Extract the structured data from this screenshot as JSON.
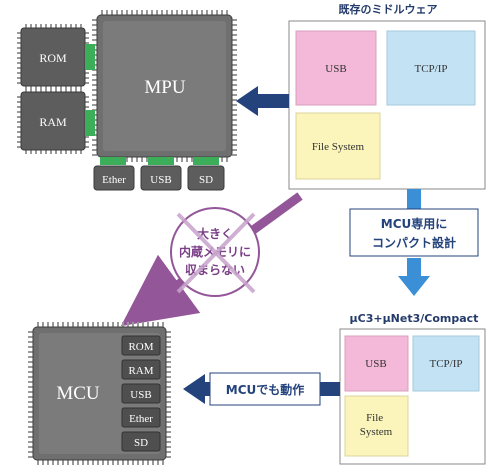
{
  "colors": {
    "chip_body": "#6f6f6f",
    "chip_dark": "#4a4a4a",
    "pin": "#9a9a9a",
    "connector": "#3cae5a",
    "usb_box": "#f4b8d8",
    "tcp_box": "#c3e3f5",
    "fs_box": "#fbf5bb",
    "arrow_navy": "#24437c",
    "arrow_purple": "#935698",
    "arrow_blue": "#3a8fd6"
  },
  "mpu_chip": {
    "title": "MPU",
    "left_blocks": [
      "ROM",
      "RAM"
    ],
    "bottom_ports": [
      "Ether",
      "USB",
      "SD"
    ]
  },
  "existing_middleware": {
    "title": "既存のミドルウェア",
    "modules": [
      "USB",
      "TCP/IP",
      "File System"
    ]
  },
  "compact_transition": {
    "label_line1": "MCU専用に",
    "label_line2": "コンパクト設計"
  },
  "crossed_out_note": {
    "line1": "大きく",
    "line2": "内蔵メモリに",
    "line3": "収まらない"
  },
  "compact_middleware": {
    "title": "μC3+μNet3/Compact",
    "modules": [
      "USB",
      "TCP/IP",
      "File\nSystem"
    ]
  },
  "mcu_chip": {
    "title": "MCU",
    "blocks": [
      "ROM",
      "RAM",
      "USB",
      "Ether",
      "SD"
    ]
  },
  "mcu_arrow": {
    "label": "MCUでも動作"
  }
}
